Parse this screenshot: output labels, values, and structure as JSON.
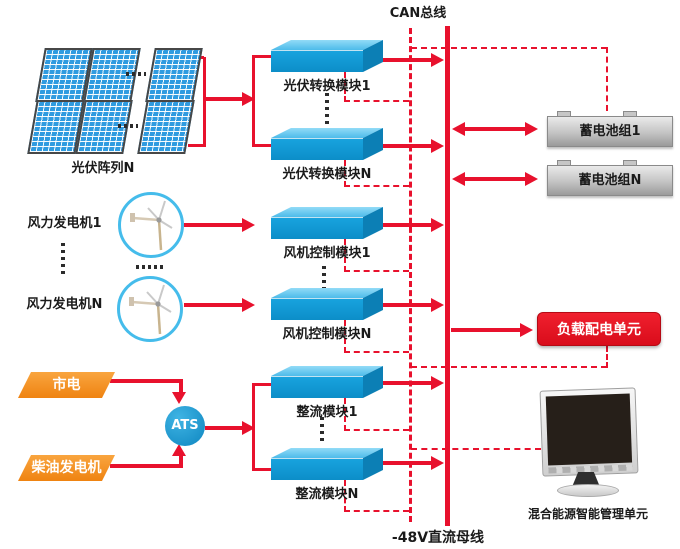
{
  "bus": {
    "can_label": "CAN总线",
    "dc_label": "-48V直流母线"
  },
  "pv": {
    "array_label": "光伏阵列N",
    "module1_label": "光伏转换模块1",
    "moduleN_label": "光伏转换模块N"
  },
  "wind": {
    "turbine1_label": "风力发电机1",
    "turbineN_label": "风力发电机N",
    "module1_label": "风机控制模块1",
    "moduleN_label": "风机控制模块N"
  },
  "mains": {
    "grid_label": "市电",
    "diesel_label": "柴油发电机",
    "ats_label": "ATS"
  },
  "rectifier": {
    "module1_label": "整流模块1",
    "moduleN_label": "整流模块N"
  },
  "storage": {
    "battery1_label": "蓄电池组1",
    "batteryN_label": "蓄电池组N"
  },
  "load": {
    "unit_label": "负载配电单元"
  },
  "management": {
    "unit_label": "混合能源智能管理单元"
  },
  "colors": {
    "accent_red": "#E8112D",
    "module_blue": "#0F9AD7",
    "module_blue_light": "#55C2EE",
    "orange": "#F6921E",
    "ats_blue": "#1495CE",
    "battery_gray": "#C9C9C9",
    "wind_circle_border": "#45BCEB",
    "panel_blue": "#2F9BE0",
    "screen_dark": "#261F19"
  }
}
